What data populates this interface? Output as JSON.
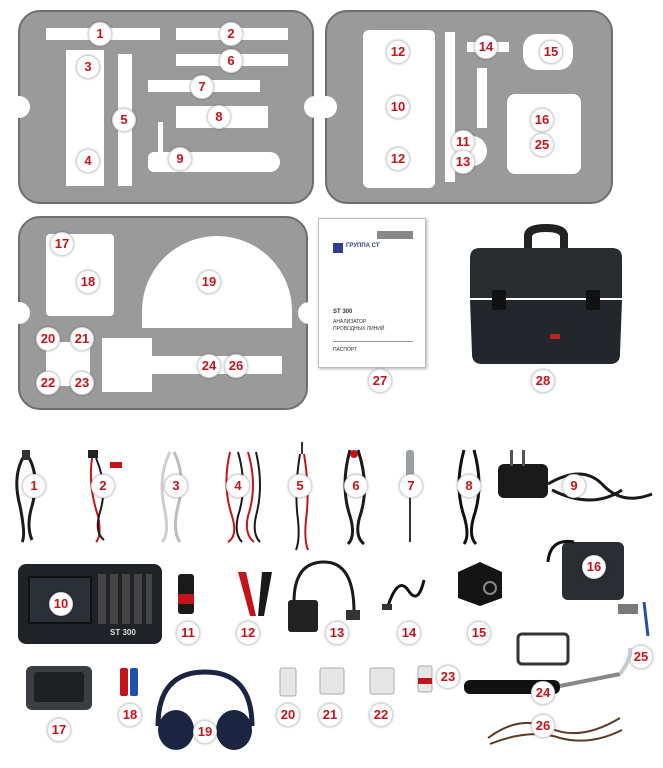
{
  "tray_labels": {
    "t1": "1",
    "t2": "2",
    "t3": "3",
    "t4": "4",
    "t5": "5",
    "t6": "6",
    "t7": "7",
    "t8": "8",
    "t9": "9",
    "t10": "10",
    "t11": "11",
    "t12a": "12",
    "t12b": "12",
    "t13": "13",
    "t14": "14",
    "t15": "15",
    "t16": "16",
    "t25": "25",
    "t17": "17",
    "t18": "18",
    "t19": "19",
    "t20": "20",
    "t21": "21",
    "t22": "22",
    "t23": "23",
    "t24": "24",
    "t26": "26"
  },
  "document": {
    "label": "27",
    "brand": "ГРУППА СТ",
    "model": "ST 300",
    "line1": "АНАЛИЗАТОР",
    "line2": "ПРОВОДНЫХ ЛИНИЙ",
    "footer": "ПАСПОРТ"
  },
  "case": {
    "label": "28"
  },
  "components": {
    "c1": "1",
    "c2": "2",
    "c3": "3",
    "c4": "4",
    "c5": "5",
    "c6": "6",
    "c7": "7",
    "c8": "8",
    "c9": "9",
    "c10": "10",
    "c11": "11",
    "c12": "12",
    "c13": "13",
    "c14": "14",
    "c15": "15",
    "c16": "16",
    "c17": "17",
    "c18": "18",
    "c19": "19",
    "c20": "20",
    "c21": "21",
    "c22": "22",
    "c23": "23",
    "c24": "24",
    "c25": "25",
    "c26": "26"
  },
  "device_text": "ST 300",
  "colors": {
    "foam": "#9a9a9a",
    "badge_text": "#c4141b",
    "cable": "#1a1a1a",
    "red": "#c4141b"
  }
}
